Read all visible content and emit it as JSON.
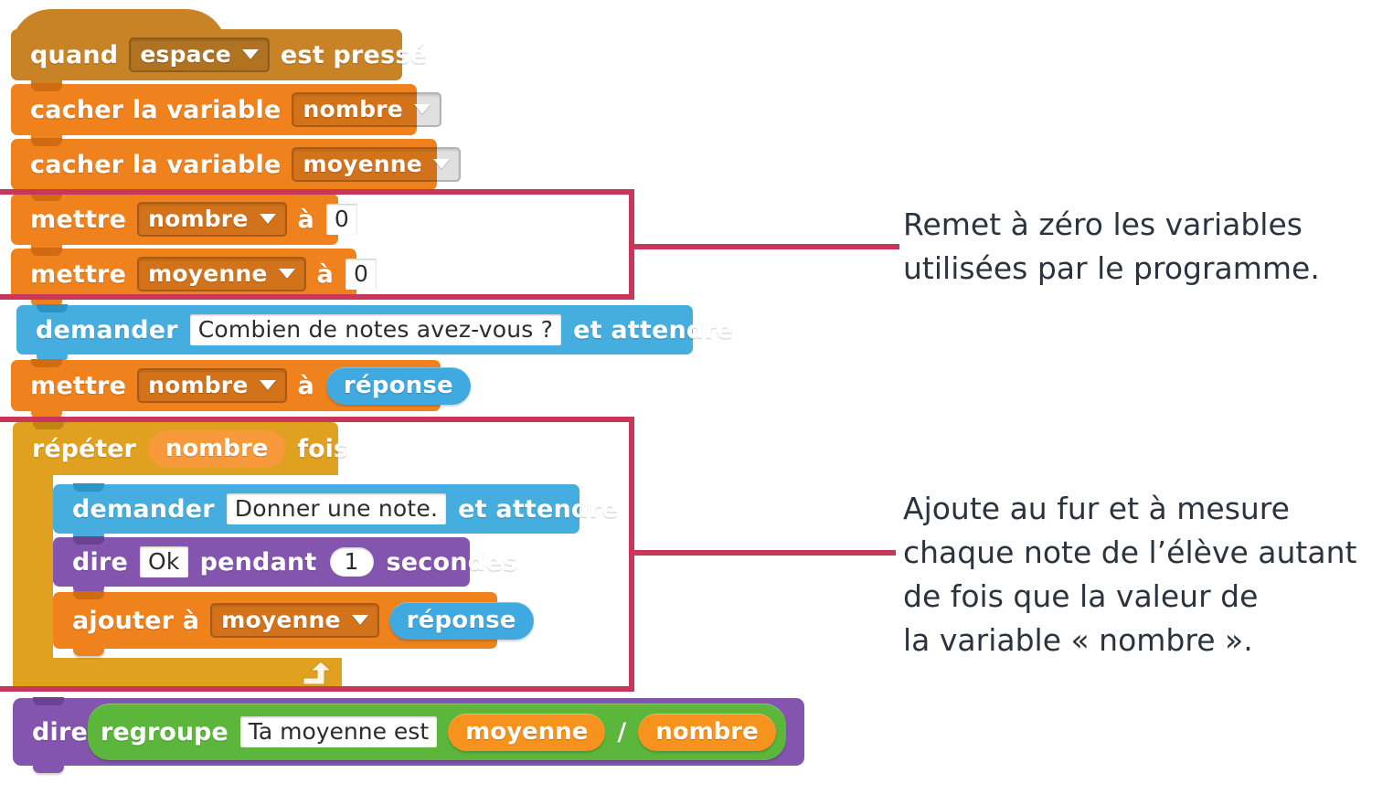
{
  "title": "Programme Scratch – calcul de moyenne",
  "colors": {
    "events": "#c88327",
    "data": "#f0821e",
    "sensing": "#45aede",
    "looks": "#8455ae",
    "control": "#e0a020",
    "operators": "#5cb63c",
    "annotation": "#c8365a",
    "annotation_text": "#2b333f"
  },
  "script": {
    "hat": {
      "label_before": "quand",
      "dropdown_value": "espace",
      "label_after": "est pressé"
    },
    "hide_var_1": {
      "label": "cacher la variable",
      "dropdown_value": "nombre"
    },
    "hide_var_2": {
      "label": "cacher la variable",
      "dropdown_value": "moyenne"
    },
    "set_var_1": {
      "label": "mettre",
      "dropdown_value": "nombre",
      "label_mid": "à",
      "value": "0"
    },
    "set_var_2": {
      "label": "mettre",
      "dropdown_value": "moyenne",
      "label_mid": "à",
      "value": "0"
    },
    "ask_1": {
      "label": "demander",
      "question": "Combien de notes avez-vous ?",
      "label_after": "et attendre"
    },
    "set_var_3": {
      "label": "mettre",
      "dropdown_value": "nombre",
      "label_mid": "à",
      "reporter": "réponse"
    },
    "repeat": {
      "label": "répéter",
      "times_reporter": "nombre",
      "label_after": "fois",
      "loop_arrow": "loop-arrow-icon"
    },
    "ask_2": {
      "label": "demander",
      "question": "Donner une note.",
      "label_after": "et attendre"
    },
    "say_for": {
      "label": "dire",
      "message": "Ok",
      "label_mid": "pendant",
      "seconds": "1",
      "label_after": "secondes"
    },
    "change_var": {
      "label": "ajouter à",
      "dropdown_value": "moyenne",
      "reporter": "réponse"
    },
    "say_join": {
      "label": "dire",
      "join_label": "regroupe",
      "text": "Ta moyenne est",
      "operand_left": "moyenne",
      "operator": "/",
      "operand_right": "nombre"
    }
  },
  "annotations": [
    {
      "id": "annotation-reset",
      "text": "Remet à zéro les variables\nutilisées par le programme."
    },
    {
      "id": "annotation-loop",
      "text": "Ajoute au fur et à mesure\nchaque note de l’élève autant\nde fois que la valeur de\nla variable « nombre »."
    }
  ]
}
